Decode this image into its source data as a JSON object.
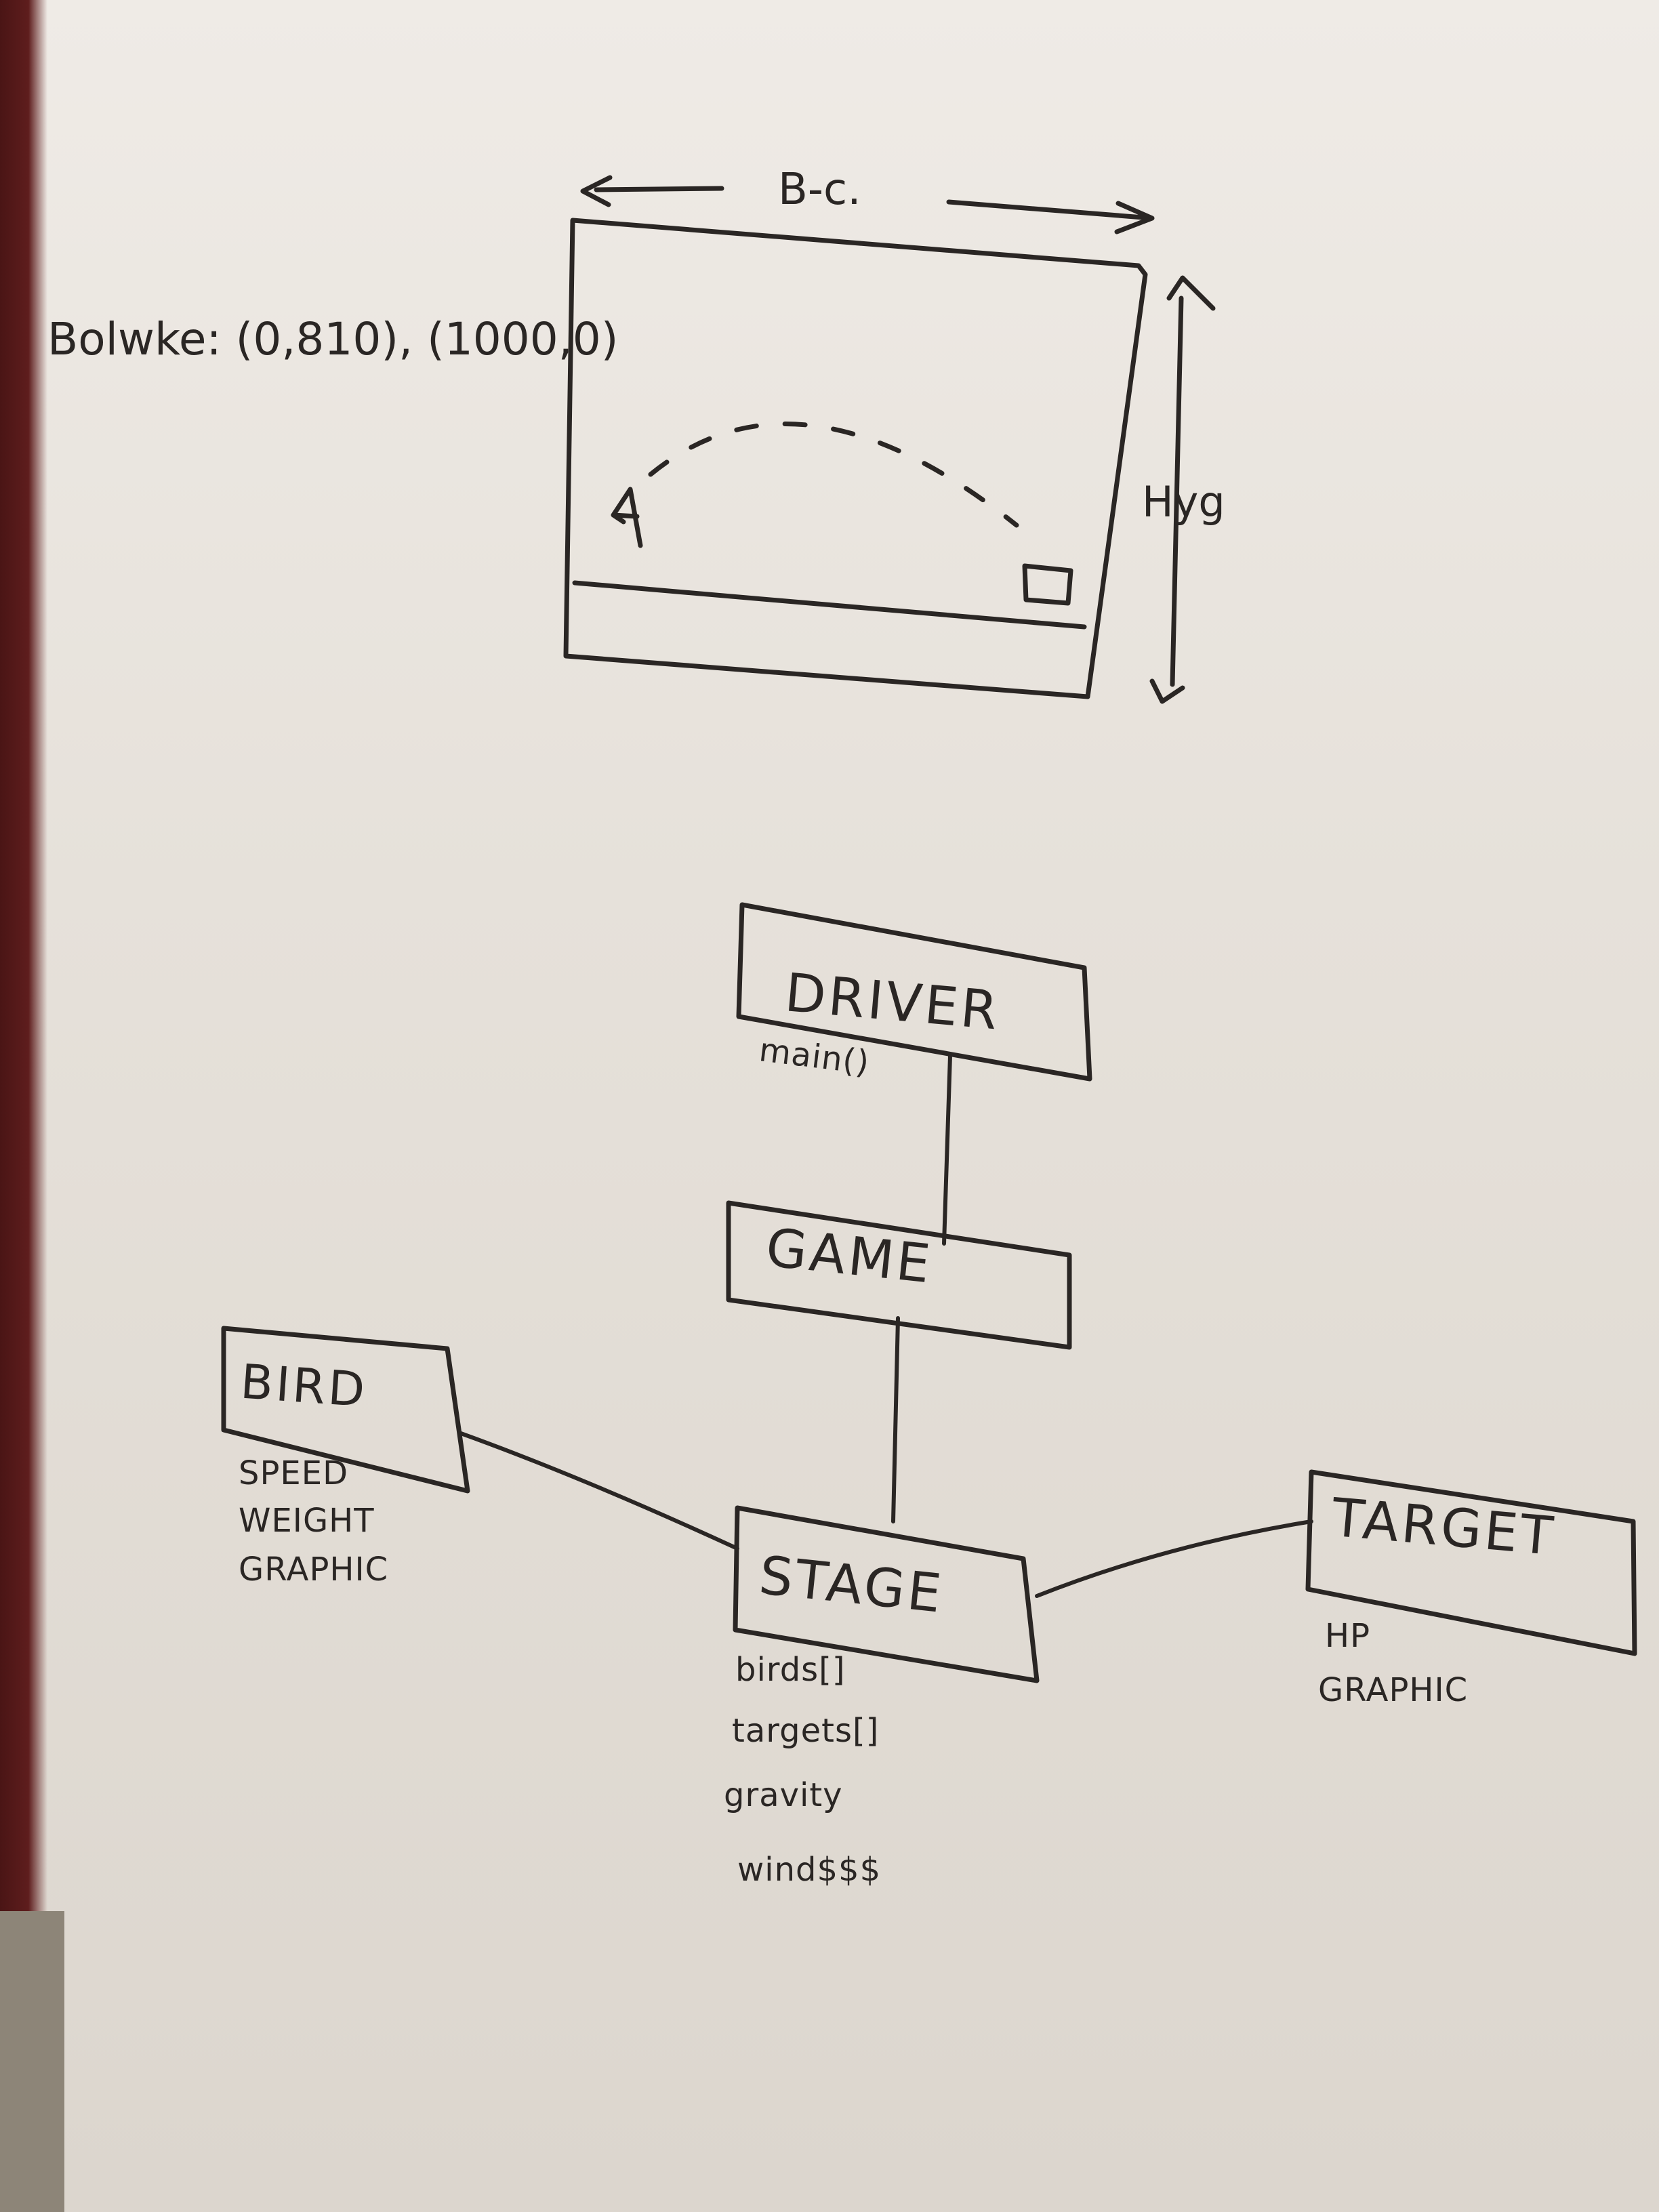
{
  "sketch": {
    "width_label": "B-c.",
    "height_label": "Hyg",
    "coords_label": "Bolwke: (0,810), (1000,0)"
  },
  "classes": {
    "driver": {
      "title": "DRIVER",
      "attrs": [
        "main()"
      ]
    },
    "game": {
      "title": "GAME",
      "attrs": []
    },
    "bird": {
      "title": "BIRD",
      "attrs": [
        "SPEED",
        "WEIGHT",
        "GRAPHIC"
      ]
    },
    "stage": {
      "title": "STAGE",
      "attrs": [
        "birds[]",
        "targets[]",
        "gravity",
        "wind$$$"
      ]
    },
    "target": {
      "title": "TARGET",
      "attrs": [
        "HP",
        "GRAPHIC"
      ]
    }
  },
  "colors": {
    "ink": "#2a2624",
    "paper": "#e9e4dd",
    "backdrop": "#5a1a1a"
  }
}
